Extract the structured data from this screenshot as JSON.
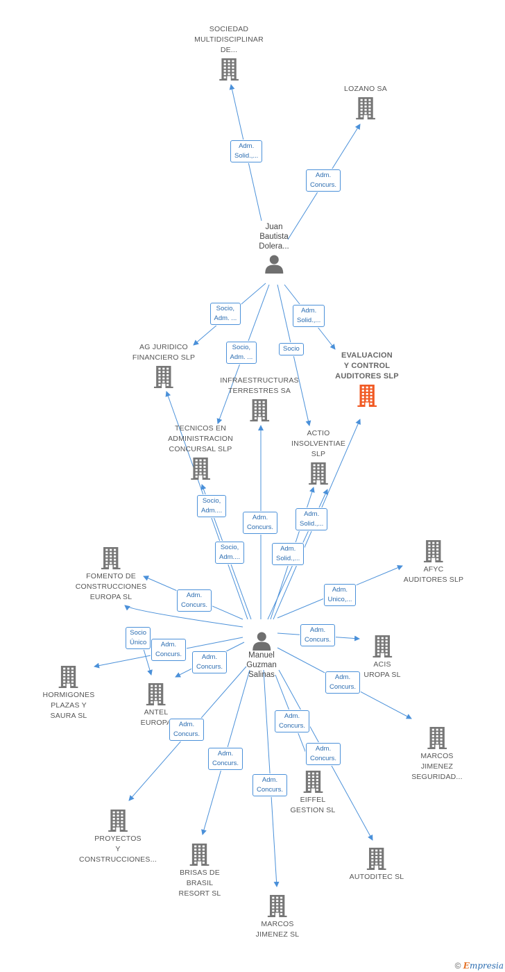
{
  "colors": {
    "edge": "#4a90d9",
    "building": "#777777",
    "focus_building": "#f15a24",
    "person": "#6f6f6f"
  },
  "persons": [
    {
      "id": "p1",
      "lines": [
        "Juan",
        "Bautista",
        "Dolera..."
      ]
    },
    {
      "id": "p2",
      "lines": [
        "Manuel",
        "Guzman",
        "Salinas"
      ]
    }
  ],
  "companies": [
    {
      "id": "c1",
      "lines": [
        "SOCIEDAD",
        "MULTIDISCIPLINAR",
        "DE..."
      ]
    },
    {
      "id": "c2",
      "lines": [
        "LOZANO SA"
      ]
    },
    {
      "id": "c3",
      "lines": [
        "AG JURIDICO",
        "FINANCIERO SLP"
      ]
    },
    {
      "id": "c4",
      "lines": [
        "EVALUACION",
        "Y CONTROL",
        "AUDITORES SLP"
      ],
      "focus": true
    },
    {
      "id": "c5",
      "lines": [
        "INFRAESTRUCTURAS",
        "TERRESTRES SA"
      ]
    },
    {
      "id": "c6",
      "lines": [
        "TECNICOS EN",
        "ADMINISTRACION",
        "CONCURSAL SLP"
      ]
    },
    {
      "id": "c7",
      "lines": [
        "ACTIO",
        "INSOLVENTIAE",
        "SLP"
      ]
    },
    {
      "id": "c8",
      "lines": [
        "FOMENTO DE",
        "CONSTRUCCIONES",
        "EUROPA SL"
      ]
    },
    {
      "id": "c9",
      "lines": [
        "AFYC",
        "AUDITORES SLP"
      ]
    },
    {
      "id": "c10",
      "lines": [
        "ACIS",
        "UROPA SL"
      ]
    },
    {
      "id": "c11",
      "lines": [
        "HORMIGONES",
        "PLAZAS Y",
        "SAURA SL"
      ]
    },
    {
      "id": "c12",
      "lines": [
        "ANTEL",
        "EUROPA"
      ]
    },
    {
      "id": "c13",
      "lines": [
        "MARCOS",
        "JIMENEZ",
        "SEGURIDAD..."
      ]
    },
    {
      "id": "c14",
      "lines": [
        "EIFFEL",
        "GESTION SL"
      ]
    },
    {
      "id": "c15",
      "lines": [
        "PROYECTOS",
        "Y",
        "CONSTRUCCIONES..."
      ]
    },
    {
      "id": "c16",
      "lines": [
        "BRISAS DE",
        "BRASIL",
        "RESORT SL"
      ]
    },
    {
      "id": "c17",
      "lines": [
        "AUTODITEC SL"
      ]
    },
    {
      "id": "c18",
      "lines": [
        "MARCOS",
        "JIMENEZ SL"
      ]
    }
  ],
  "relations": [
    {
      "id": "r1",
      "lines": [
        "Adm.",
        "Solid.,..."
      ]
    },
    {
      "id": "r2",
      "lines": [
        "Adm.",
        "Concurs."
      ]
    },
    {
      "id": "r3",
      "lines": [
        "Socio,",
        "Adm. ..."
      ]
    },
    {
      "id": "r4",
      "lines": [
        "Adm.",
        "Solid.,..."
      ]
    },
    {
      "id": "r5",
      "lines": [
        "Socio,",
        "Adm. ..."
      ]
    },
    {
      "id": "r6",
      "lines": [
        "Socio"
      ]
    },
    {
      "id": "r7",
      "lines": [
        "Socio,",
        "Adm...."
      ]
    },
    {
      "id": "r8",
      "lines": [
        "Adm.",
        "Concurs."
      ]
    },
    {
      "id": "r9",
      "lines": [
        "Adm.",
        "Solid.,..."
      ]
    },
    {
      "id": "r10",
      "lines": [
        "Socio,",
        "Adm...."
      ]
    },
    {
      "id": "r11",
      "lines": [
        "Adm.",
        "Solid.,..."
      ]
    },
    {
      "id": "r12",
      "lines": [
        "Adm.",
        "Concurs."
      ]
    },
    {
      "id": "r13",
      "lines": [
        "Adm.",
        "Unico,..."
      ]
    },
    {
      "id": "r14",
      "lines": [
        "Socio",
        "Único"
      ]
    },
    {
      "id": "r15",
      "lines": [
        "Adm.",
        "Concurs."
      ]
    },
    {
      "id": "r16",
      "lines": [
        "Adm.",
        "Concurs."
      ]
    },
    {
      "id": "r17",
      "lines": [
        "Adm.",
        "Concurs."
      ]
    },
    {
      "id": "r18",
      "lines": [
        "Adm.",
        "Concurs."
      ]
    },
    {
      "id": "r19",
      "lines": [
        "Adm.",
        "Concurs."
      ]
    },
    {
      "id": "r20",
      "lines": [
        "Adm.",
        "Concurs."
      ]
    },
    {
      "id": "r21",
      "lines": [
        "Adm.",
        "Concurs."
      ]
    },
    {
      "id": "r22",
      "lines": [
        "Adm.",
        "Concurs."
      ]
    },
    {
      "id": "r23",
      "lines": [
        "Adm.",
        "Concurs."
      ]
    }
  ],
  "footer": {
    "copyright": "©",
    "brand": "mpresia",
    "brand_initial": "E"
  }
}
